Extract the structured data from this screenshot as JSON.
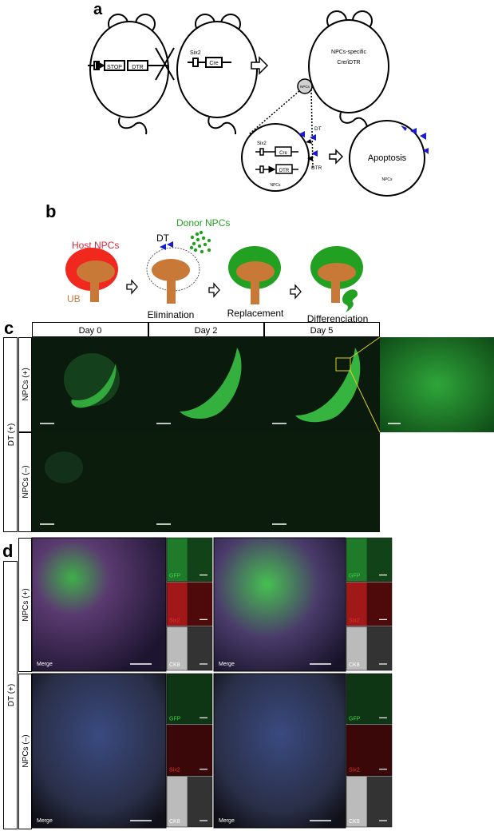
{
  "panel_a": {
    "label": "a",
    "mouse1": {
      "stop": "STOP",
      "dtr": "DTR"
    },
    "mouse2": {
      "promoter": "Six2",
      "cre": "Cre"
    },
    "mouse3": {
      "line1": "NPCs-specific",
      "line2": "Cre/iDTR",
      "npcs": "NPCs"
    },
    "cell": {
      "promoter": "Six2",
      "cre": "Cre",
      "dtr_box": "DTR",
      "dt": "DT",
      "dtr": "DTR",
      "name": "NPCs"
    },
    "apoptosis": {
      "title": "Apoptosis",
      "name": "NPCs"
    }
  },
  "panel_b": {
    "label": "b",
    "host": "Host NPCs",
    "ub": "UB",
    "dt": "DT",
    "donor": "Donor NPCs",
    "steps": [
      "Elimination",
      "Replacement",
      "Differenciation"
    ],
    "colors": {
      "host": "#f0281e",
      "ub": "#c87837",
      "donor": "#22a022",
      "dt": "#1a1ad0"
    }
  },
  "panel_c": {
    "label": "c",
    "columns": [
      "Day 0",
      "Day 2",
      "Day 5"
    ],
    "dt": "DT (+)",
    "rows": [
      "NPCs (+)",
      "NPCs (–)"
    ]
  },
  "panel_d": {
    "label": "d",
    "dt": "DT (+)",
    "rows": [
      "NPCs (+)",
      "NPCs (–)"
    ],
    "merge": "Merge",
    "channels": [
      "GFP",
      "Six2",
      "CK8"
    ]
  }
}
